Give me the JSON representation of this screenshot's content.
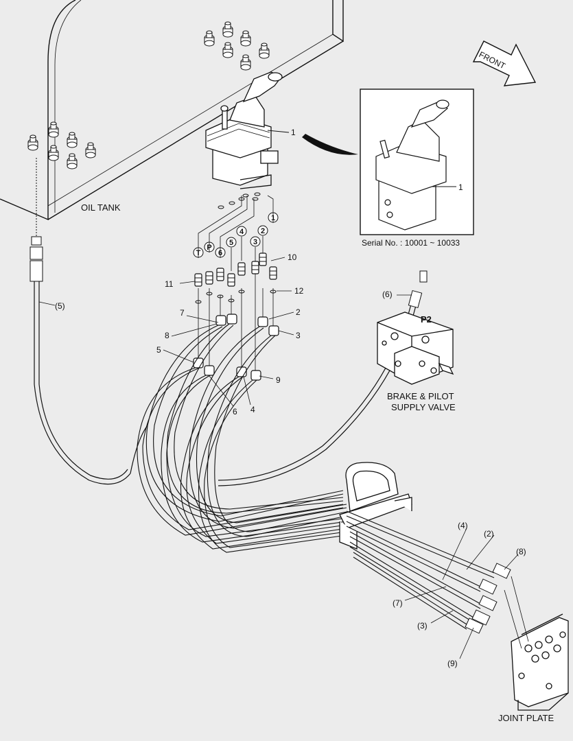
{
  "labels": {
    "oil_tank": "OIL TANK",
    "front": "FRONT",
    "serial": "Serial No. : 10001 ~ 10033",
    "brake_valve_line1": "BRAKE & PILOT",
    "brake_valve_line2": "SUPPLY VALVE",
    "joint_plate": "JOINT PLATE",
    "p2": "P2"
  },
  "port_markers": [
    "T",
    "P",
    "6",
    "5",
    "4",
    "3",
    "2",
    "1"
  ],
  "part_numbers": [
    "1",
    "1",
    "2",
    "3",
    "4",
    "5",
    "6",
    "7",
    "8",
    "9",
    "10",
    "11",
    "12"
  ],
  "hose_labels": [
    "(2)",
    "(3)",
    "(4)",
    "(5)",
    "(6)",
    "(7)",
    "(8)",
    "(9)"
  ]
}
